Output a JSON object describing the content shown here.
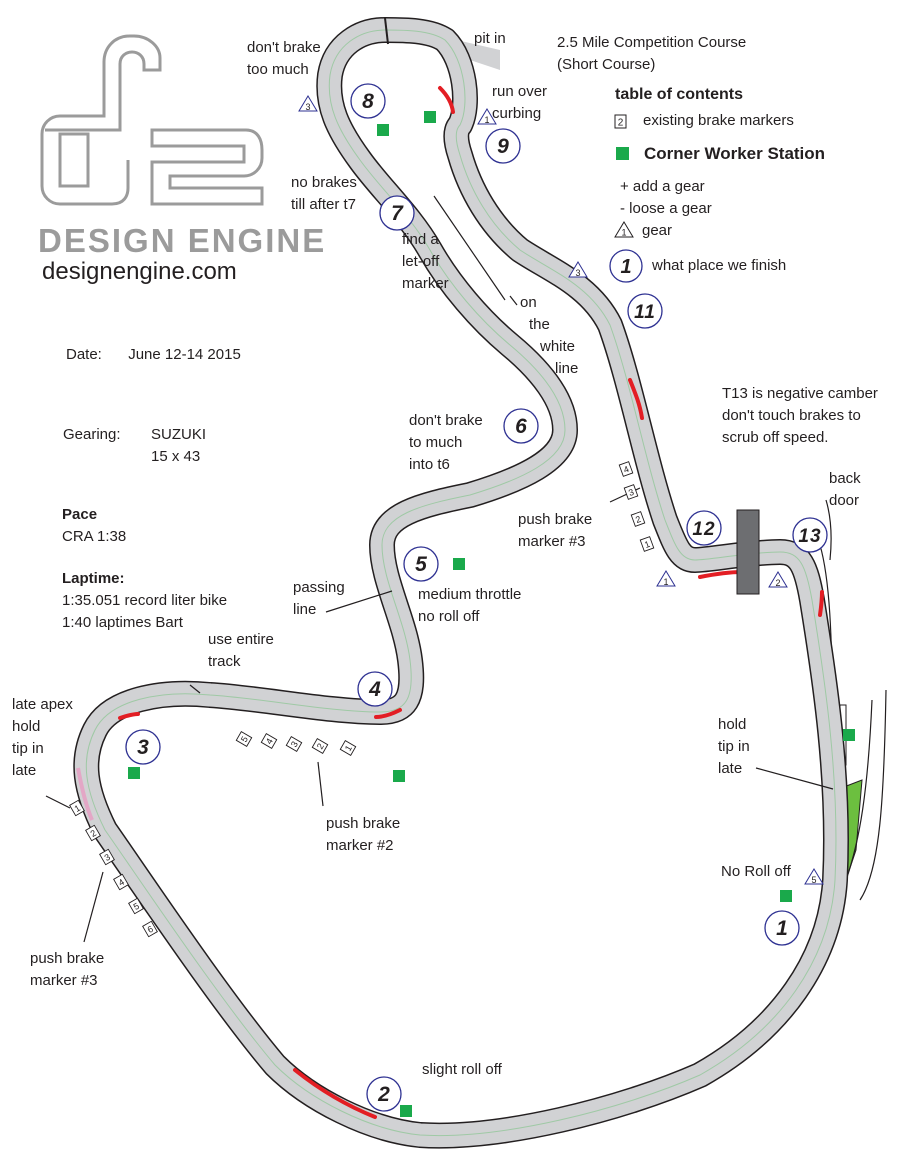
{
  "brand": {
    "name": "DESIGN ENGINE",
    "url": "designengine.com"
  },
  "course": {
    "title": "2.5 Mile Competition Course",
    "subtitle": "(Short Course)"
  },
  "info": {
    "date_label": "Date:",
    "date_value": "June 12-14 2015",
    "gearing_label": "Gearing:",
    "gearing_make": "SUZUKI",
    "gearing_ratio": "15 x 43",
    "pace_title": "Pace",
    "pace_value": "CRA 1:38",
    "laptime_title": "Laptime:",
    "laptime_record": "1:35.051 record  liter bike",
    "laptime_bart": "1:40 laptimes Bart"
  },
  "legend": {
    "title": "table of contents",
    "brake_marker_text": "existing brake markers",
    "brake_marker_sample": "2",
    "station_text": "Corner Worker Station",
    "add_gear": "+  add a gear",
    "loose_gear": "-  loose a gear",
    "gear_text": "gear",
    "gear_sample": "1",
    "place_text": "what place we finish",
    "place_sample": "1"
  },
  "colors": {
    "track_fill": "#d1d2d4",
    "track_edge": "#231f20",
    "station": "#1aa94b",
    "curbing": "#e31e24",
    "racing_line": "#9fc9a5",
    "brand_gray": "#9b9b9b",
    "grass": "#6cbf3f",
    "pit_box": "#6d6e71"
  },
  "turns": [
    {
      "num": "1",
      "key": "t1"
    },
    {
      "num": "2",
      "key": "t2"
    },
    {
      "num": "3",
      "key": "t3"
    },
    {
      "num": "4",
      "key": "t4"
    },
    {
      "num": "5",
      "key": "t5"
    },
    {
      "num": "6",
      "key": "t6"
    },
    {
      "num": "7",
      "key": "t7"
    },
    {
      "num": "8",
      "key": "t8"
    },
    {
      "num": "9",
      "key": "t9"
    },
    {
      "num": "11",
      "key": "t11"
    },
    {
      "num": "12",
      "key": "t12"
    },
    {
      "num": "13",
      "key": "t13"
    }
  ],
  "gear_marks": [
    "3",
    "1",
    "3",
    "1",
    "2",
    "5"
  ],
  "brake_markers": {
    "t3": [
      "1",
      "2",
      "3",
      "4",
      "5",
      "6"
    ],
    "t4": [
      "5",
      "4",
      "3",
      "2",
      "1"
    ],
    "t12": [
      "4",
      "3",
      "2",
      "1"
    ]
  },
  "notes": {
    "pit_in": "pit in",
    "dont_brake_too_much": [
      "don't brake",
      "too much"
    ],
    "run_over_curbing": [
      "run over",
      "curbing"
    ],
    "no_brakes_till": [
      "no brakes",
      "till after t7"
    ],
    "find_letoff": [
      "find a",
      "let-off",
      "marker"
    ],
    "on_white_line": [
      "on",
      "the",
      "white",
      "line"
    ],
    "t13_camber": [
      "T13 is negative camber",
      "don't touch brakes to",
      "scrub off speed."
    ],
    "back_door": [
      "back",
      "door"
    ],
    "dont_brake_t6": [
      "don't brake",
      "to much",
      "into t6"
    ],
    "push_brake_3_top": [
      "push brake",
      "marker #3"
    ],
    "passing_line": [
      "passing",
      "line"
    ],
    "medium_throttle": [
      "medium throttle",
      "no roll off"
    ],
    "use_entire_track": [
      "use entire",
      "track"
    ],
    "late_apex": [
      "late apex",
      "hold",
      "tip in",
      "late"
    ],
    "push_brake_2": [
      "push brake",
      "marker #2"
    ],
    "hold_tip_in_late": [
      "hold",
      "tip in",
      "late"
    ],
    "no_roll_off": "No Roll off",
    "push_brake_3_bottom": [
      "push brake",
      "marker #3"
    ],
    "slight_roll_off": "slight roll off"
  }
}
